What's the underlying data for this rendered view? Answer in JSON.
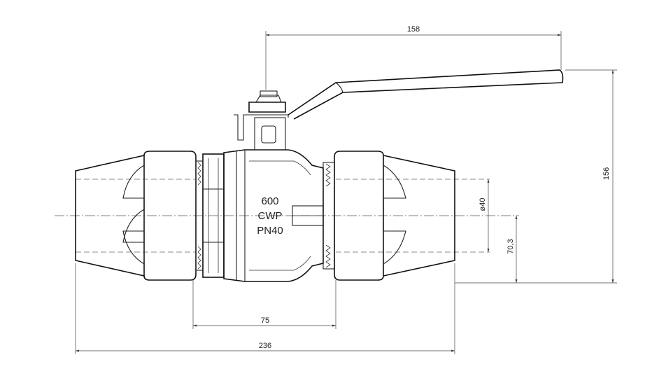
{
  "dimensions": {
    "lever_length": "158",
    "overall_height": "156",
    "bore_diameter": "ø40",
    "axis_height": "70,3",
    "body_length": "75",
    "overall_length": "236"
  },
  "body_marking": {
    "line1": "600",
    "line2": "CWP",
    "line3": "PN40"
  }
}
